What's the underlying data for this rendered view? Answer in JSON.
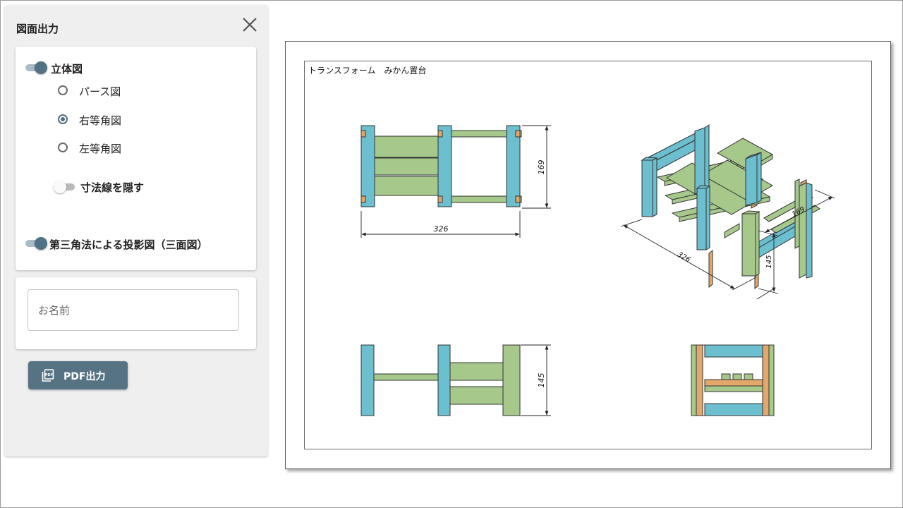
{
  "dialog": {
    "title": "図面出力",
    "options": {
      "solid_toggle_label": "立体図",
      "radios": [
        {
          "label": "パース図",
          "checked": false
        },
        {
          "label": "右等角図",
          "checked": true
        },
        {
          "label": "左等角図",
          "checked": false
        }
      ],
      "hide_dims_label": "寸法線を隠す",
      "third_angle_label": "第三角法による投影図（三面図）"
    },
    "name_field": {
      "value": "",
      "placeholder": "お名前"
    },
    "pdf_button": {
      "label": "PDF出力",
      "icon": "pdf-file-icon"
    }
  },
  "drawing": {
    "title": "トランスフォーム　みかん置台",
    "dimensions": {
      "top_width": "326",
      "top_depth": "169",
      "side_height": "145",
      "iso_width": "326",
      "iso_depth": "169",
      "iso_height": "145"
    },
    "colors": {
      "blue": "#6bbfcf",
      "green": "#a6c98b",
      "orange": "#e1a86a",
      "accent": "#567384"
    }
  }
}
